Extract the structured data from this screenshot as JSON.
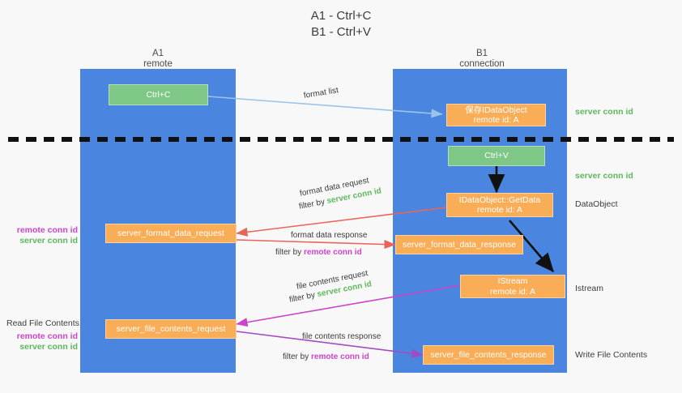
{
  "title": "A1 - Ctrl+C\nB1 - Ctrl+V",
  "lanes": [
    {
      "name": "a1-remote",
      "header": "A1\nremote"
    },
    {
      "name": "b1-connection",
      "header": "B1\nconnection"
    }
  ],
  "boxes": {
    "ctrl_c": "Ctrl+C",
    "ctrl_v": "Ctrl+V",
    "save_idataobject": "保存IDataObject\nremote id: A",
    "idataobject_getdata": "IDataObject::GetData\nremote id: A",
    "istream": "IStream\nremote id: A",
    "server_format_data_request": "server_format_data_request",
    "server_format_data_response": "server_format_data_response",
    "server_file_contents_request": "server_file_contents_request",
    "server_file_contents_response": "server_file_contents_response"
  },
  "edges": {
    "format_list": "format list",
    "format_data_request": "format data request",
    "format_data_request_filter_prefix": "filter by ",
    "format_data_request_filter_value": "server conn id",
    "format_data_response": "format data response",
    "format_data_response_filter_prefix": "filter by ",
    "format_data_response_filter_value": "remote conn id",
    "file_contents_request": "file contents request",
    "file_contents_request_filter_prefix": "filter by ",
    "file_contents_request_filter_value": "server conn id",
    "file_contents_response": "file contents response",
    "file_contents_response_filter_prefix": "filter by ",
    "file_contents_response_filter_value": "remote conn id"
  },
  "annotations": {
    "server_conn_id_top": "server conn id",
    "server_conn_id_mid": "server conn id",
    "dataobject": "DataObject",
    "istream": "Istream",
    "write_file_contents": "Write File Contents",
    "read_file_contents": "Read File Contents",
    "remote_conn_id": "remote conn id",
    "server_conn_id": "server conn id"
  },
  "colors": {
    "lane": "#4a86e0",
    "green_box": "#7fc786",
    "orange_box": "#f9ad57",
    "server_conn_id": "#5cb85c",
    "remote_conn_id": "#cc44cc",
    "divider": "#111111",
    "format_list_arrow": "#9cc3ea",
    "format_data_arrow": "#e8655a",
    "file_contents_arrow": "#c councils"
  }
}
